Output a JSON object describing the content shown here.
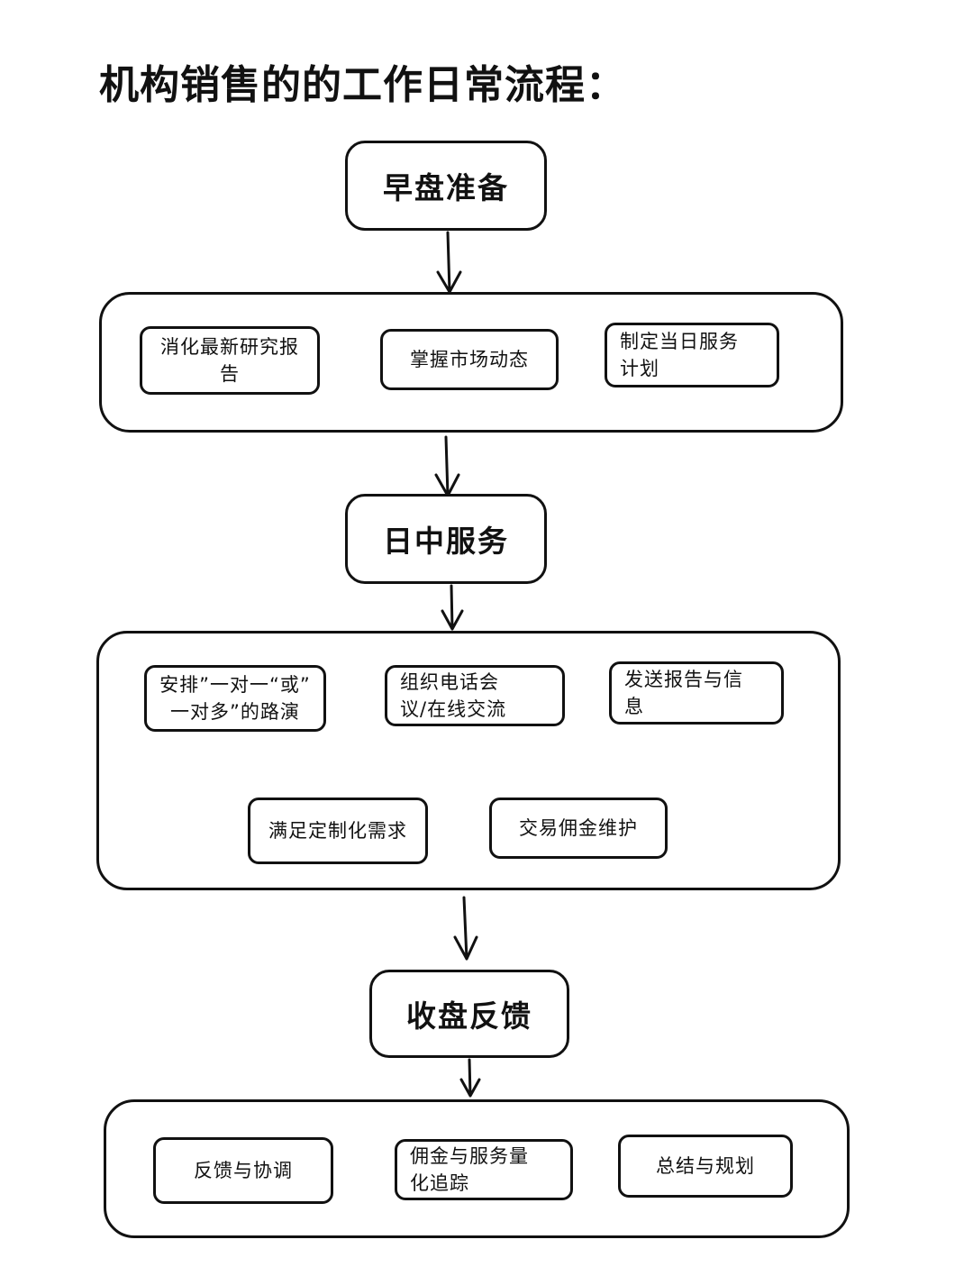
{
  "title": "机构销售的的工作日常流程：",
  "stages": [
    {
      "label": "早盘准备",
      "items": [
        "消化最新研究报\n告",
        "掌握市场动态",
        "制定当日服务\n计划"
      ]
    },
    {
      "label": "日中服务",
      "items": [
        "安排”一对一“或”\n一对多”的路演",
        "组织电话会\n议/在线交流",
        "发送报告与信\n息",
        "满足定制化需求",
        "交易佣金维护"
      ]
    },
    {
      "label": "收盘反馈",
      "items": [
        "反馈与协调",
        "佣金与服务量\n化追踪",
        "总结与规划"
      ]
    }
  ]
}
